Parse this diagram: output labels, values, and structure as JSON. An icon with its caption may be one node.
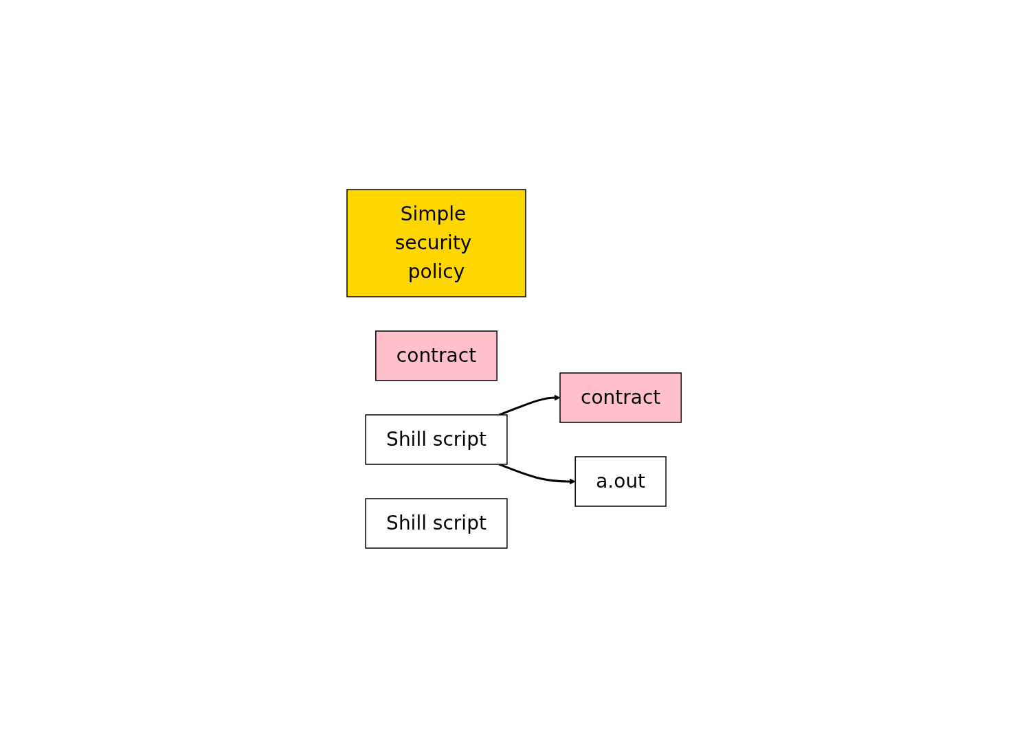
{
  "diagram": {
    "nodes": [
      {
        "text": [
          "Simple security policy"
        ]
      },
      {
        "text": [
          "contract"
        ]
      },
      {
        "text": [
          "Shill script"
        ]
      },
      {
        "text": [
          "contract"
        ]
      },
      {
        "text": [
          "Shill script"
        ]
      },
      {
        "text": [
          "a.out"
        ]
      }
    ],
    "edges": [
      {
        "from": 2,
        "to": 3,
        "arrow": "to"
      },
      {
        "from": 2,
        "to": 5,
        "arrow": "to"
      }
    ]
  }
}
